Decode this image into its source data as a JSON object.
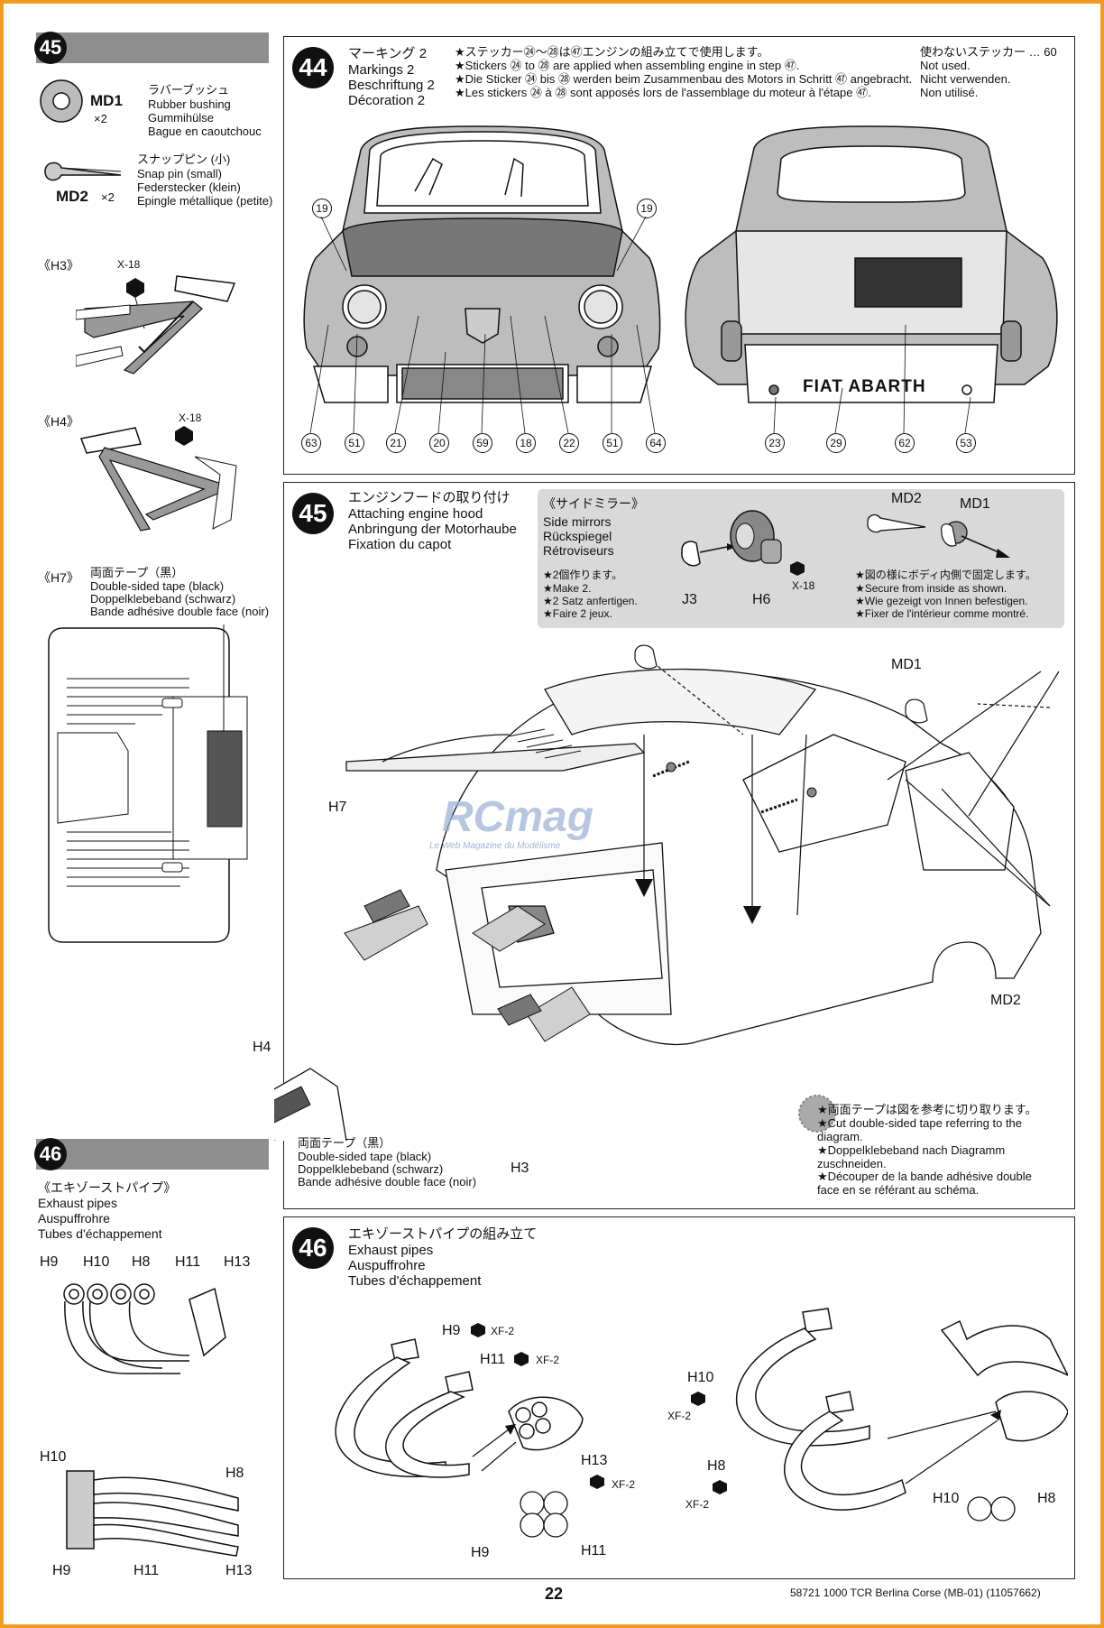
{
  "left_col": {
    "step45": {
      "number": "45",
      "md1": {
        "code": "MD1",
        "qty": "×2",
        "ja": "ラバーブッシュ",
        "en": "Rubber bushing",
        "de": "Gummihülse",
        "fr": "Bague en caoutchouc"
      },
      "md2": {
        "code": "MD2",
        "qty": "×2",
        "ja": "スナップピン (小)",
        "en": "Snap pin (small)",
        "de": "Federstecker (klein)",
        "fr": "Epingle métallique (petite)"
      },
      "h3": {
        "title": "《H3》",
        "screw": "X-18"
      },
      "h4": {
        "title": "《H4》",
        "screw": "X-18"
      },
      "h7": {
        "title": "《H7》",
        "ja": "両面テープ（黒）",
        "en": "Double-sided tape (black)",
        "de": "Doppelklebeband (schwarz)",
        "fr": "Bande adhésive double face (noir)"
      }
    },
    "step46": {
      "number": "46",
      "title_ja": "《エキゾーストパイプ》",
      "en": "Exhaust pipes",
      "de": "Auspuffrohre",
      "fr": "Tubes d'échappement",
      "labels_top": [
        "H9",
        "H10",
        "H8",
        "H11",
        "H13"
      ],
      "labels_bottom": {
        "h10": "H10",
        "h8": "H8",
        "h9": "H9",
        "h11": "H11",
        "h13": "H13"
      }
    }
  },
  "step44": {
    "number": "44",
    "ja": "マーキング 2",
    "en": "Markings 2",
    "de": "Beschriftung 2",
    "fr": "Décoration 2",
    "note_ja": "★ステッカー㉔〜㉘は㊼エンジンの組み立てで使用します。",
    "note_en": "★Stickers ㉔ to ㉘ are applied when assembling engine in step ㊼.",
    "note_de": "★Die Sticker ㉔ bis ㉘ werden beim Zusammenbau des Motors in Schritt ㊼ angebracht.",
    "note_fr": "★Les stickers ㉔ à ㉘ sont apposés lors de l'assemblage du moteur à l'étape ㊼.",
    "unused_ja": "使わないステッカー … 60",
    "unused_en": "Not used.",
    "unused_de": "Nicht verwenden.",
    "unused_fr": "Non utilisé.",
    "plate": "FIAT ABARTH",
    "front_callouts": [
      "19",
      "19",
      "63",
      "51",
      "21",
      "20",
      "59",
      "18",
      "22",
      "51",
      "64"
    ],
    "rear_callouts": [
      "23",
      "29",
      "62",
      "53"
    ]
  },
  "step45": {
    "number": "45",
    "ja": "エンジンフードの取り付け",
    "en": "Attaching engine hood",
    "de": "Anbringung der Motorhaube",
    "fr": "Fixation du capot",
    "mirror": {
      "title_ja": "《サイドミラー》",
      "en": "Side mirrors",
      "de": "Rückspiegel",
      "fr": "Rétroviseurs",
      "make_ja": "★2個作ります。",
      "make_en": "★Make 2.",
      "make_de": "★2 Satz anfertigen.",
      "make_fr": "★Faire 2 jeux.",
      "j3": "J3",
      "h6": "H6",
      "screw": "X-18",
      "md2": "MD2",
      "md1": "MD1",
      "secure_ja": "★図の様にボディ内側で固定します。",
      "secure_en": "★Secure from inside as shown.",
      "secure_de": "★Wie gezeigt von Innen befestigen.",
      "secure_fr": "★Fixer de l'intérieur comme montré."
    },
    "labels": {
      "md1": "MD1",
      "md2": "MD2",
      "h7": "H7",
      "h4": "H4",
      "h3": "H3"
    },
    "tape_ja": "両面テープ（黒）",
    "tape_en": "Double-sided tape (black)",
    "tape_de": "Doppelklebeband (schwarz)",
    "tape_fr": "Bande adhésive double face (noir)",
    "cut_ja": "★両面テープは図を参考に切り取ります。",
    "cut_en": "★Cut double-sided tape referring to the diagram.",
    "cut_de": "★Doppelklebeband nach Diagramm zuschneiden.",
    "cut_fr": "★Découper de la bande adhésive double face en se référant au schéma.",
    "watermark": "RCmag",
    "watermark_sub": "Le Web Magazine du Modélisme"
  },
  "step46": {
    "number": "46",
    "ja": "エキゾーストパイプの組み立て",
    "en": "Exhaust pipes",
    "de": "Auspuffrohre",
    "fr": "Tubes d'échappement",
    "labels": {
      "h9": "H9",
      "h11": "H11",
      "h13": "H13",
      "h10": "H10",
      "h8": "H8",
      "h9b": "H9",
      "h11b": "H11",
      "h10b": "H10",
      "h8b": "H8"
    },
    "screws": {
      "a": "XF-2",
      "b": "XF-2",
      "c": "XF-2",
      "d": "XF-2",
      "e": "XF-2"
    }
  },
  "footer": {
    "page": "22",
    "model": "58721 1000 TCR Berlina Corse (MB-01) (11057662)"
  }
}
